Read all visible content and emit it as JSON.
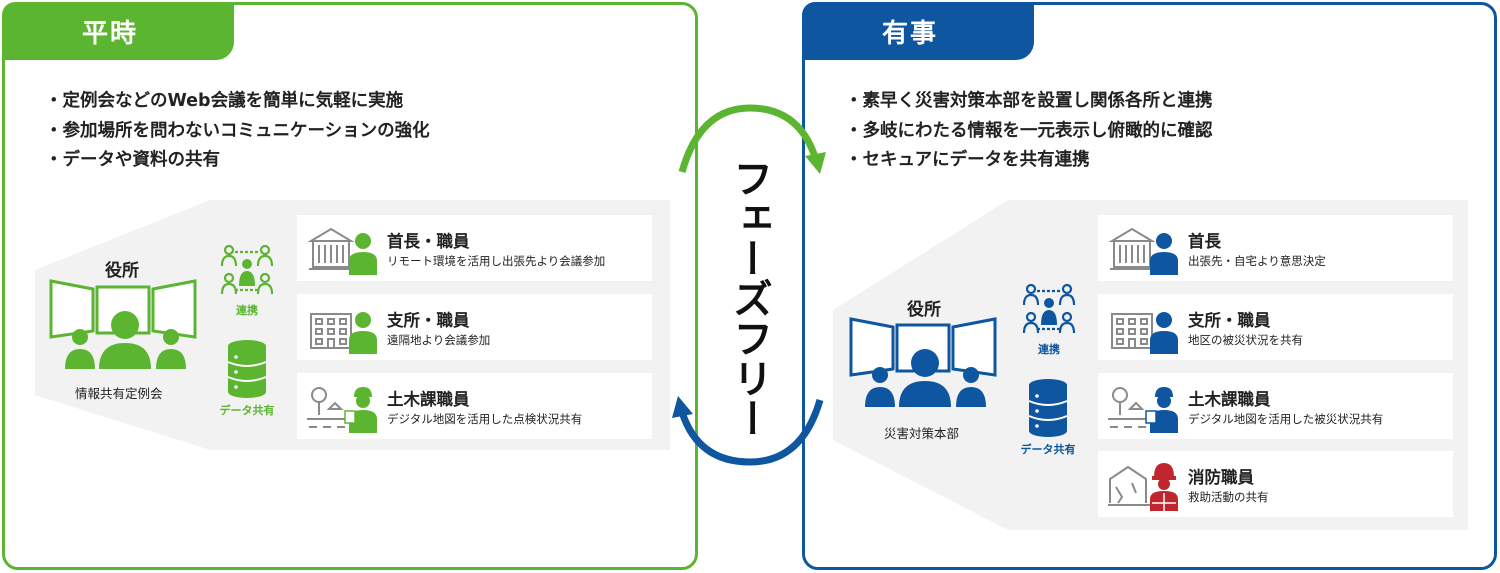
{
  "center_label": "フェーズフリー",
  "left": {
    "tab_label": "平時",
    "bullets": [
      "・定例会などのWeb会議を簡単に気軽に実施",
      "・参加場所を問わないコミュニケーションの強化",
      "・データや資料の共有"
    ],
    "hub_title": "役所",
    "hub_caption": "情報共有定例会",
    "link_label": "連携",
    "data_label": "データ共有",
    "cards": [
      {
        "role": "首長・職員",
        "desc": "リモート環境を活用し出張先より会議参加"
      },
      {
        "role": "支所・職員",
        "desc": "遠隔地より会議参加"
      },
      {
        "role": "土木課職員",
        "desc": "デジタル地図を活用した点検状況共有"
      }
    ]
  },
  "right": {
    "tab_label": "有事",
    "bullets": [
      "・素早く災害対策本部を設置し関係各所と連携",
      "・多岐にわたる情報を一元表示し俯瞰的に確認",
      "・セキュアにデータを共有連携"
    ],
    "hub_title": "役所",
    "hub_caption": "災害対策本部",
    "link_label": "連携",
    "data_label": "データ共有",
    "cards": [
      {
        "role": "首長",
        "desc": "出張先・自宅より意思決定"
      },
      {
        "role": "支所・職員",
        "desc": "地区の被災状況を共有"
      },
      {
        "role": "土木課職員",
        "desc": "デジタル地図を活用した被災状況共有"
      },
      {
        "role": "消防職員",
        "desc": "救助活動の共有"
      }
    ]
  },
  "colors": {
    "green": "#5cb531",
    "blue": "#0e56a0",
    "red": "#c0262d",
    "gray_bg": "#f2f2f2",
    "icon_gray": "#8a8a8a"
  }
}
